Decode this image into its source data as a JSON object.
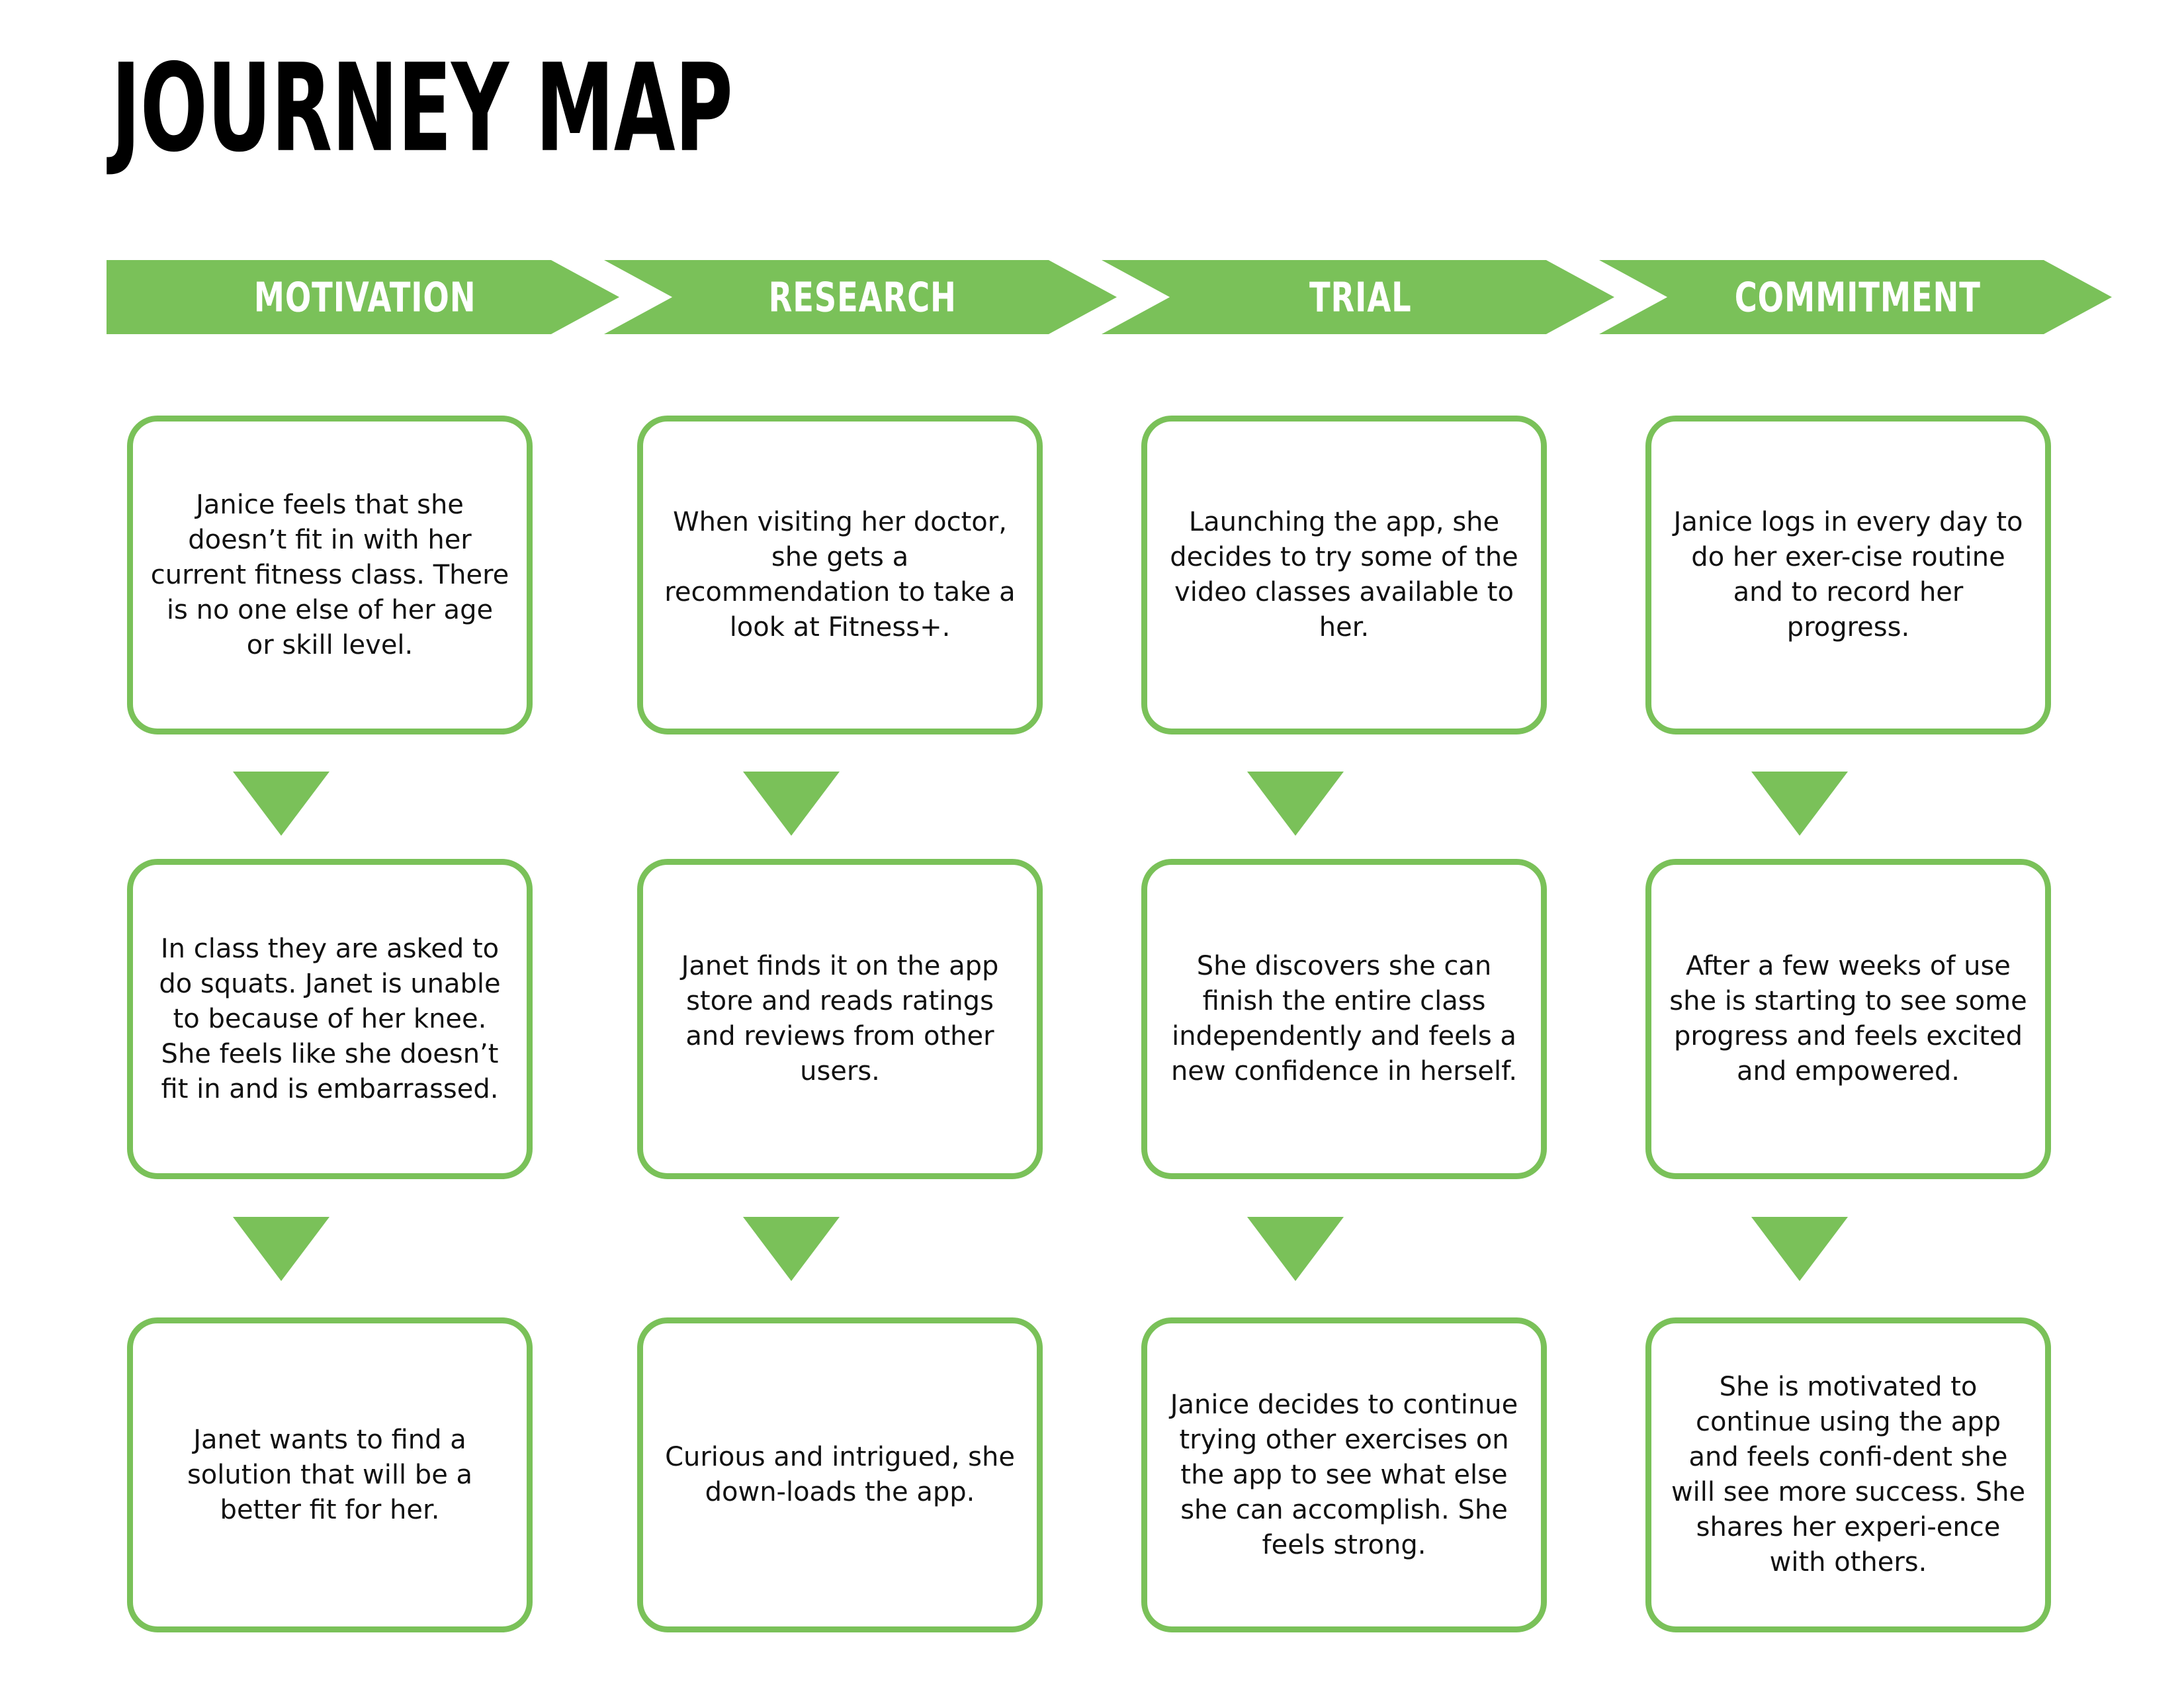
{
  "page": {
    "title": "JOURNEY MAP",
    "background_color": "#ffffff",
    "accent_color": "#7ac159",
    "text_color": "#111111",
    "banner_text_color": "#ffffff"
  },
  "stages": [
    {
      "label": "MOTIVATION"
    },
    {
      "label": "RESEARCH"
    },
    {
      "label": "TRIAL"
    },
    {
      "label": "COMMITMENT"
    }
  ],
  "arrow_icon": "chevron-right-icon",
  "step_arrow_icon": "triangle-down-icon",
  "columns": [
    {
      "stage": "MOTIVATION",
      "steps": [
        "Janice feels that she doesn’t fit in with her current fitness class. There is no one else of her age or skill level.",
        "In class they are asked to do squats. Janet is unable to because of her knee. She feels like she doesn’t fit in and is embarrassed.",
        "Janet wants to find a solution that will be a better fit for her."
      ]
    },
    {
      "stage": "RESEARCH",
      "steps": [
        "When visiting her doctor, she gets a recommendation to take a look at Fitness+.",
        "Janet finds it on the app store and reads ratings and reviews from other users.",
        "Curious and intrigued, she down-loads the app."
      ]
    },
    {
      "stage": "TRIAL",
      "steps": [
        "Launching the app, she decides to try some of the video classes available to her.",
        "She discovers she can finish the entire class independently and feels a new confidence in herself.",
        "Janice decides to continue trying other exercises on the app to see what else she can accomplish.  She feels strong."
      ]
    },
    {
      "stage": "COMMITMENT",
      "steps": [
        "Janice logs in every day to do her exer-cise routine and to record her progress.",
        "After a few weeks of use she is starting to see some progress and feels excited and empowered.",
        "She is motivated to continue using the app and feels confi-dent she will see more success. She shares her experi-ence with others."
      ]
    }
  ]
}
